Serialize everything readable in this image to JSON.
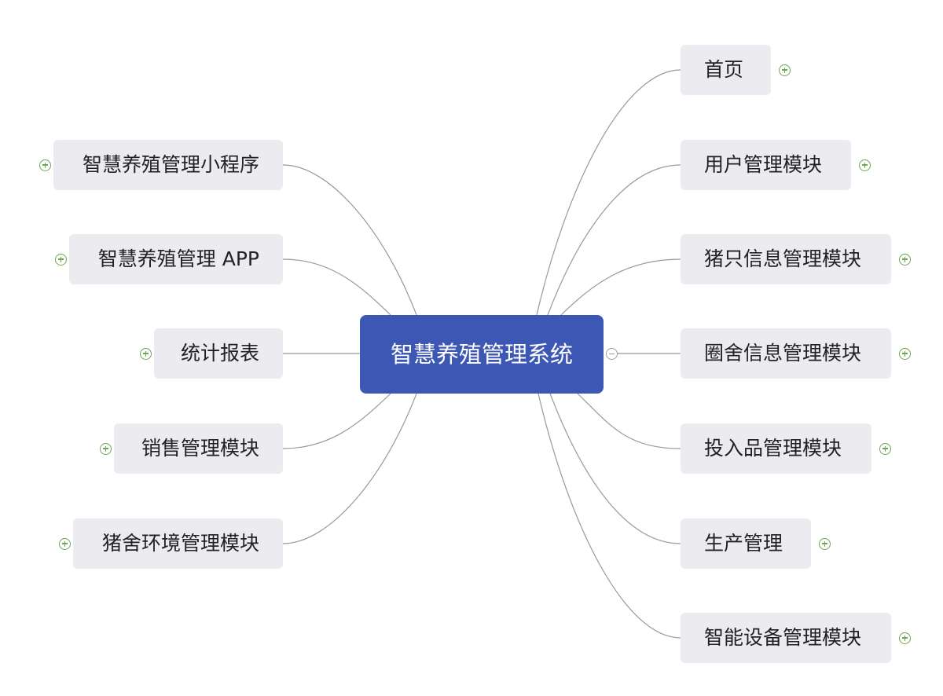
{
  "root": {
    "label": "智慧养殖管理系统",
    "color": "#3d57b5",
    "expanded": true
  },
  "line_color": "#999999",
  "toggle_color": "#6aa84f",
  "left_branches": [
    {
      "label": "智慧养殖管理小程序",
      "collapsed": true
    },
    {
      "label": "智慧养殖管理 APP",
      "collapsed": true
    },
    {
      "label": "统计报表",
      "collapsed": true
    },
    {
      "label": "销售管理模块",
      "collapsed": true
    },
    {
      "label": "猪舍环境管理模块",
      "collapsed": true
    }
  ],
  "right_branches": [
    {
      "label": "首页",
      "collapsed": true
    },
    {
      "label": "用户管理模块",
      "collapsed": true
    },
    {
      "label": "猪只信息管理模块",
      "collapsed": true
    },
    {
      "label": "圈舍信息管理模块",
      "collapsed": true
    },
    {
      "label": "投入品管理模块",
      "collapsed": true
    },
    {
      "label": "生产管理",
      "collapsed": true
    },
    {
      "label": "智能设备管理模块",
      "collapsed": true
    }
  ]
}
